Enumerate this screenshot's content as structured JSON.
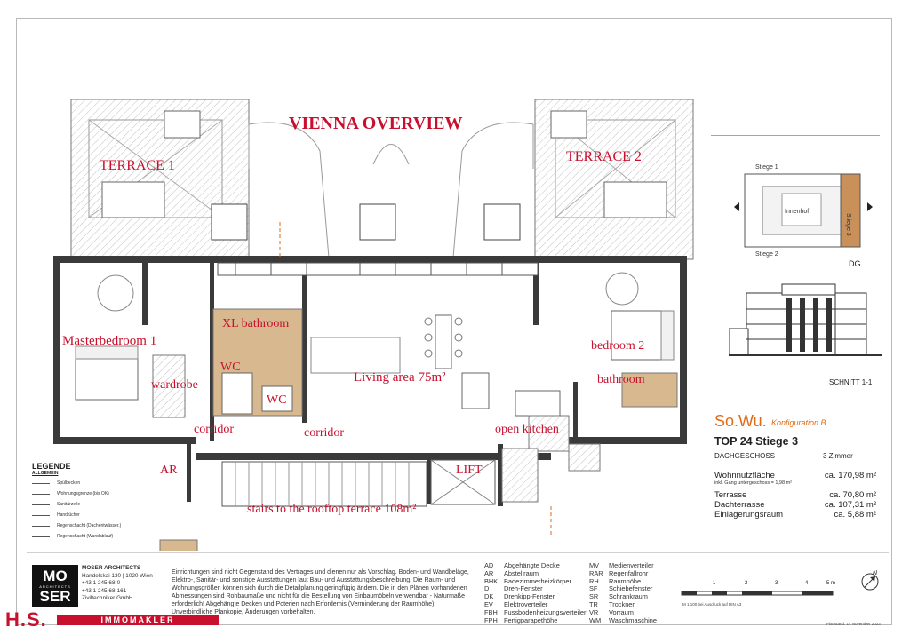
{
  "plan_title": "VIENNA OVERVIEW",
  "labels": {
    "terrace1": "TERRACE 1",
    "terrace2": "TERRACE 2",
    "master": "Masterbedroom 1",
    "xl_bath": "XL bathroom",
    "wc1": "WC",
    "wc2": "WC",
    "wardrobe": "wardrobe",
    "living": "Living area 75m²",
    "bedroom2": "bedroom 2",
    "bathroom": "bathroom",
    "corridor1": "corridor",
    "corridor2": "corridor",
    "open_kitchen": "open kitchen",
    "ar": "AR",
    "lift": "LIFT",
    "stairs": "stairs to the rooftop terrace 108m²"
  },
  "legend": {
    "title": "LEGENDE",
    "subtitle": "ALLGEMEIN",
    "rows": [
      "Spülbecken",
      "Wohnungsgrenze (bis OK)",
      "Sanitärzelle",
      "Handtücher",
      "Regenschacht (Dachentwässer.)",
      "Regenschacht (Wandablauf)"
    ]
  },
  "keyplan": {
    "stiege1": "Stiege 1",
    "stiege2": "Stiege 2",
    "stiege3": "Stiege 3",
    "innenhof": "Innenhof",
    "dg": "DG",
    "schnitt": "SCHNITT 1-1"
  },
  "info": {
    "brand": "So.Wu.",
    "konfig": "Konfiguration B",
    "top": "TOP 24  Stiege 3",
    "floor": "DACHGESCHOSS",
    "rooms": "3 Zimmer",
    "wohn_label": "Wohnnutzfläche",
    "wohn_value": "ca. 170,98 m²",
    "wohn_note": "inkl. Gang untergeschoss = 1,98 m²",
    "terrasse_label": "Terrasse",
    "terrasse_value": "ca. 70,80 m²",
    "dach_label": "Dachterrasse",
    "dach_value": "ca. 107,31 m²",
    "lager_label": "Einlagerungsraum",
    "lager_value": "ca. 5,88 m²"
  },
  "footer": {
    "logo_top": "MO",
    "logo_bottom": "SER",
    "logo_small": "ARCHITECTS",
    "company": "MOSER ARCHITECTS",
    "addr1": "Handelskai 130 | 1020 Wien",
    "tel1": "+43 1 245 68-0",
    "tel2": "+43 1 245 68-161",
    "zt": "Ziviltechniker GmbH",
    "disclaimer": "Einrichtungen sind nicht Gegenstand des Vertrages und dienen nur als Vorschlag. Boden- und Wandbeläge, Elektro-, Sanitär- und sonstige Ausstattungen laut Bau- und Ausstattungsbeschreibung. Die Raum- und Wohnungsgrößen können sich durch die Detailplanung geringfügig ändern. Die in den Plänen vorhandenen Abmessungen sind Rohbaumaße und nicht für die Bestellung von Einbaumöbeln verwendbar - Naturmaße erforderlich! Abgehängte Decken und Poterien nach Erfordernis (Verminderung der Raumhöhe). Unverbindliche Plankopie, Änderungen vorbehalten.",
    "immo": "IMMOMAKLER",
    "abbr_col1": [
      [
        "AD",
        "Abgehängte Decke"
      ],
      [
        "AR",
        "Abstellraum"
      ],
      [
        "BHK",
        "Badezimmerheizkörper"
      ],
      [
        "D",
        "Dreh-Fenster"
      ],
      [
        "DK",
        "Drehkipp-Fenster"
      ],
      [
        "EV",
        "Elektroverteiler"
      ],
      [
        "FBH",
        "Fussbodenheizungsverteiler"
      ],
      [
        "FPH",
        "Fertigparapethöhe"
      ]
    ],
    "abbr_col2": [
      [
        "MV",
        "Medienverteiler"
      ],
      [
        "RAR",
        "Regenfallrohr"
      ],
      [
        "RH",
        "Raumhöhe"
      ],
      [
        "SF",
        "Schiebefenster"
      ],
      [
        "SR",
        "Schrankraum"
      ],
      [
        "TR",
        "Trockner"
      ],
      [
        "VR",
        "Vorraum"
      ],
      [
        "WM",
        "Waschmaschine"
      ]
    ],
    "scale_ticks": [
      "1",
      "2",
      "3",
      "4",
      "5 m"
    ],
    "scale_note": "M 1:100 bei Ausdruck auf DIN A3",
    "plan_date": "Planstand: 14 November 2023",
    "north": "N"
  },
  "colors": {
    "red": "#c8102e",
    "orange": "#e26b1a",
    "tan": "#d8b88e",
    "wall": "#3a3a3a",
    "accent_line": "#c9a54a"
  }
}
